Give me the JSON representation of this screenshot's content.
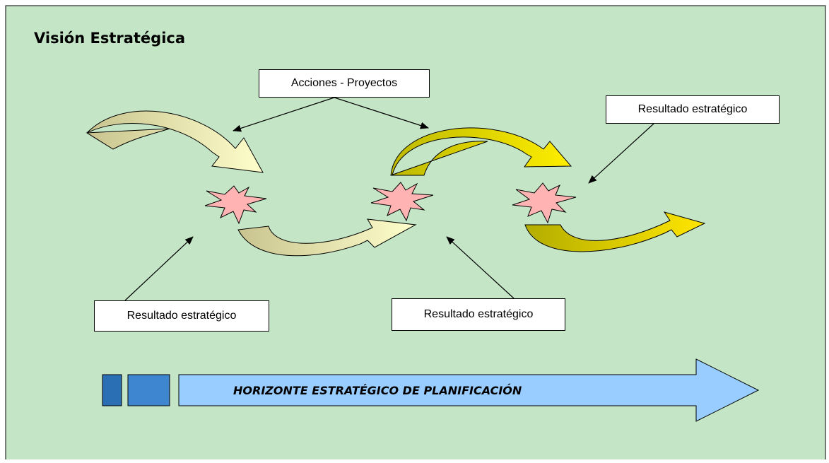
{
  "title": "Visión Estratégica",
  "labels": {
    "acciones": "Acciones - Proyectos",
    "resultado_top_right": "Resultado estratégico",
    "resultado_bottom_left": "Resultado estratégico",
    "resultado_bottom_mid": "Resultado estratégico"
  },
  "horizon": "HORIZONTE ESTRATÉGICO DE PLANIFICACIÓN",
  "colors": {
    "background": "#c4e6c6",
    "arrow_light_a": "#d0cc99",
    "arrow_light_b": "#ffffc8",
    "arrow_dark_a": "#c6c300",
    "arrow_dark_b": "#fff000",
    "burst": "#ffb3b3",
    "horizon_arrow": "#99ccff",
    "square_dark": "#2a6fb4",
    "square_light": "#3f86d0"
  }
}
